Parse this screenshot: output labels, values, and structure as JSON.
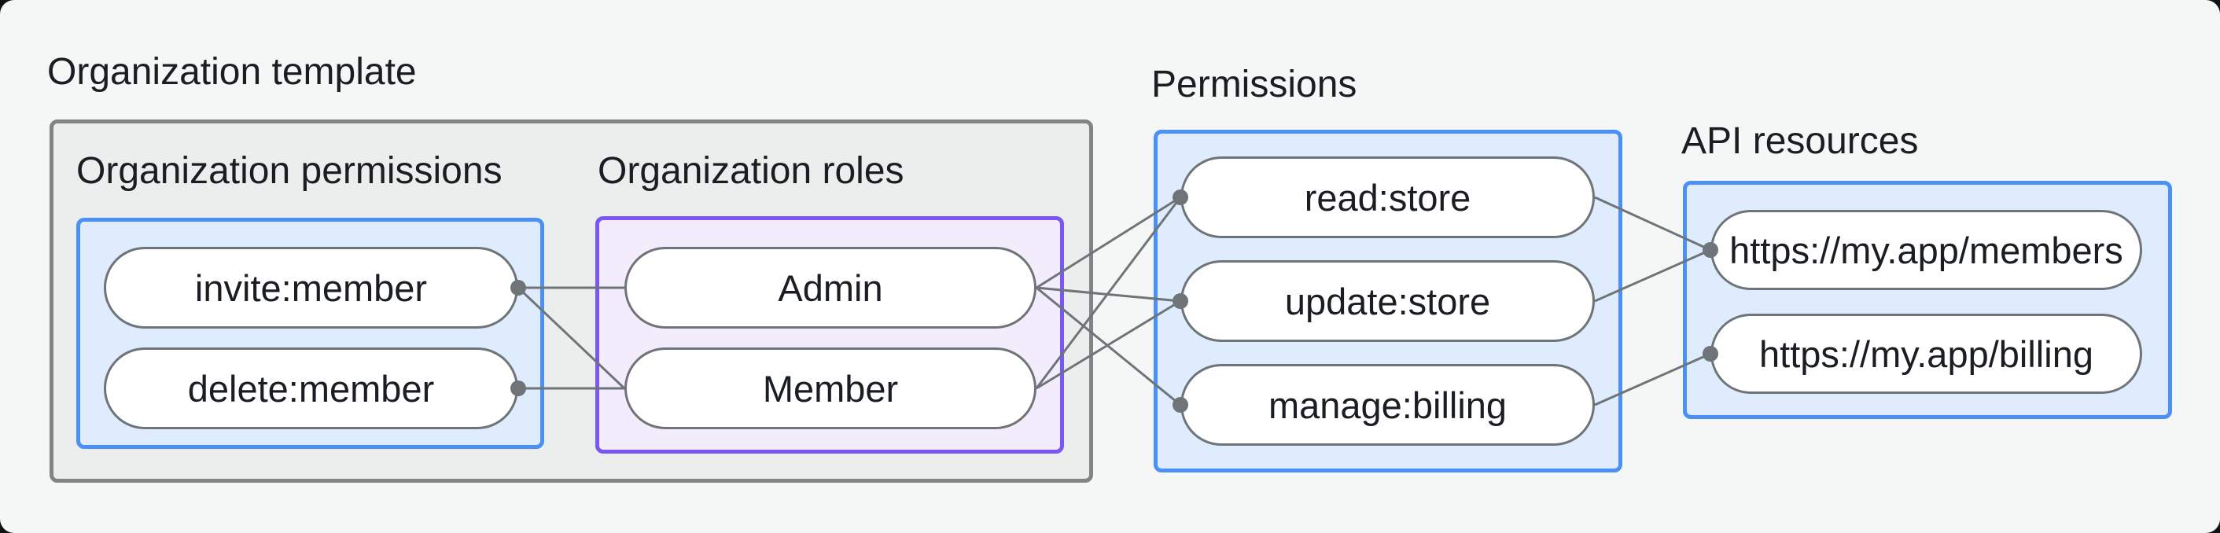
{
  "labels": {
    "org_template": "Organization template",
    "org_permissions": "Organization permissions",
    "org_roles": "Organization roles",
    "permissions": "Permissions",
    "api_resources": "API resources"
  },
  "nodes": {
    "invite": "invite:member",
    "delete": "delete:member",
    "admin": "Admin",
    "member": "Member",
    "read": "read:store",
    "update": "update:store",
    "manage": "manage:billing",
    "members_api": "https://my.app/members",
    "billing_api": "https://my.app/billing"
  },
  "edges": [
    {
      "from": "invite",
      "to": "admin"
    },
    {
      "from": "invite",
      "to": "member"
    },
    {
      "from": "delete",
      "to": "member"
    },
    {
      "from": "admin",
      "to": "read"
    },
    {
      "from": "admin",
      "to": "update"
    },
    {
      "from": "admin",
      "to": "manage"
    },
    {
      "from": "member",
      "to": "read"
    },
    {
      "from": "member",
      "to": "update"
    },
    {
      "from": "read",
      "to": "members_api"
    },
    {
      "from": "update",
      "to": "members_api"
    },
    {
      "from": "manage",
      "to": "billing_api"
    }
  ],
  "dots": [
    {
      "node": "invite",
      "side": "right"
    },
    {
      "node": "delete",
      "side": "right"
    },
    {
      "node": "read",
      "side": "left"
    },
    {
      "node": "update",
      "side": "left"
    },
    {
      "node": "manage",
      "side": "left"
    },
    {
      "node": "members_api",
      "side": "left"
    },
    {
      "node": "billing_api",
      "side": "left"
    }
  ],
  "style": {
    "connector_color": "#6e7478",
    "connector_width": 3,
    "dot_radius": 10,
    "canvas_bg": "#f5f7f7",
    "text_color": "#1a1e22",
    "gray_box_fill": "#eceeee",
    "gray_box_border": "#7f8487",
    "blue_box_fill": "#dfecfd",
    "blue_box_border": "#4b90f5",
    "purple_box_fill": "#f2ecfd",
    "purple_box_border": "#7a56f2",
    "pill_border": "#6e7478"
  }
}
